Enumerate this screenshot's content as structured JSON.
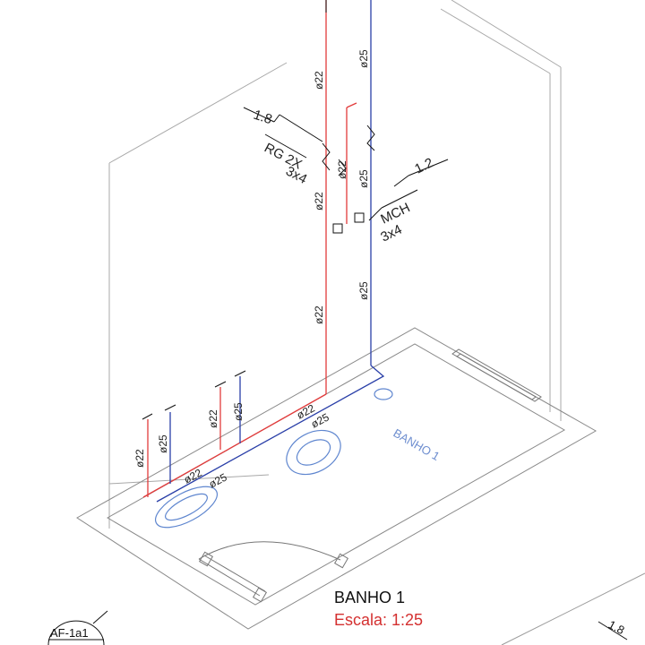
{
  "drawing": {
    "title": "BANHO 1",
    "scale": "Escala: 1:25",
    "room_label": "BANHO 1",
    "sheet_ref": "AF-1a1",
    "corner_dim": "1.8"
  },
  "registers": {
    "rg": {
      "height": "1.8",
      "name": "RG 2X",
      "size": "3x4"
    },
    "mch": {
      "height": "1.2",
      "name": "MCH",
      "size": "3x4"
    }
  },
  "pipes": {
    "hot_diameter": "ø22",
    "cold_diameter": "ø25"
  },
  "colors": {
    "hot": "#e23b3b",
    "cold": "#2a3fa8",
    "fixture": "#5f86cf",
    "line": "#9a9a9a",
    "scale_text": "#d43030"
  }
}
